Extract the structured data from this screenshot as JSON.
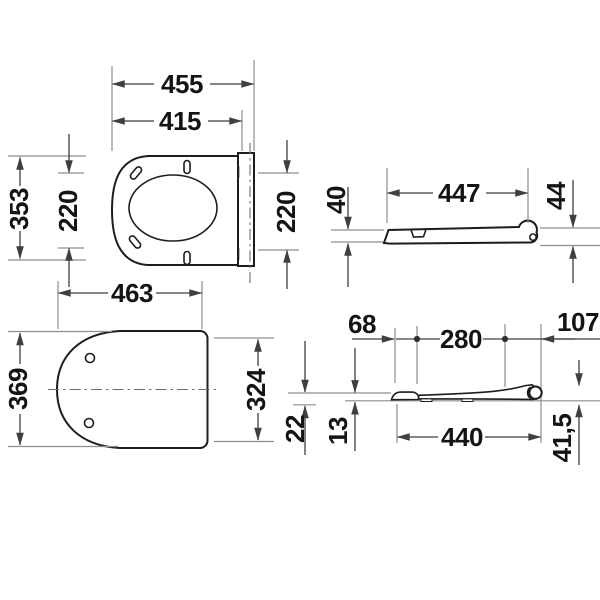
{
  "drawing_colors": {
    "background": "#ffffff",
    "object_line": "#1d1d1d",
    "dimension_line": "#3f3f3f",
    "reference_line": "#8d8d8d",
    "label_text": "#141414"
  },
  "dimensions": {
    "seat_top_view": {
      "overall_width": "455",
      "inner_width": "415",
      "overall_depth": "353",
      "opening_span_left": "220",
      "hinge_span_right": "220"
    },
    "side_view_closed": {
      "length": "447",
      "front_height": "40",
      "rear_height": "44"
    },
    "lid_plan_view": {
      "width": "463",
      "overall_depth": "369",
      "flat_edge_depth": "324"
    },
    "side_view_open_ring": {
      "front_offset": "68",
      "bumper_spacing": "280",
      "rear_offset": "107",
      "ring_length": "440",
      "front_height": "22",
      "ring_thickness": "13",
      "rear_height": "41,5"
    }
  }
}
